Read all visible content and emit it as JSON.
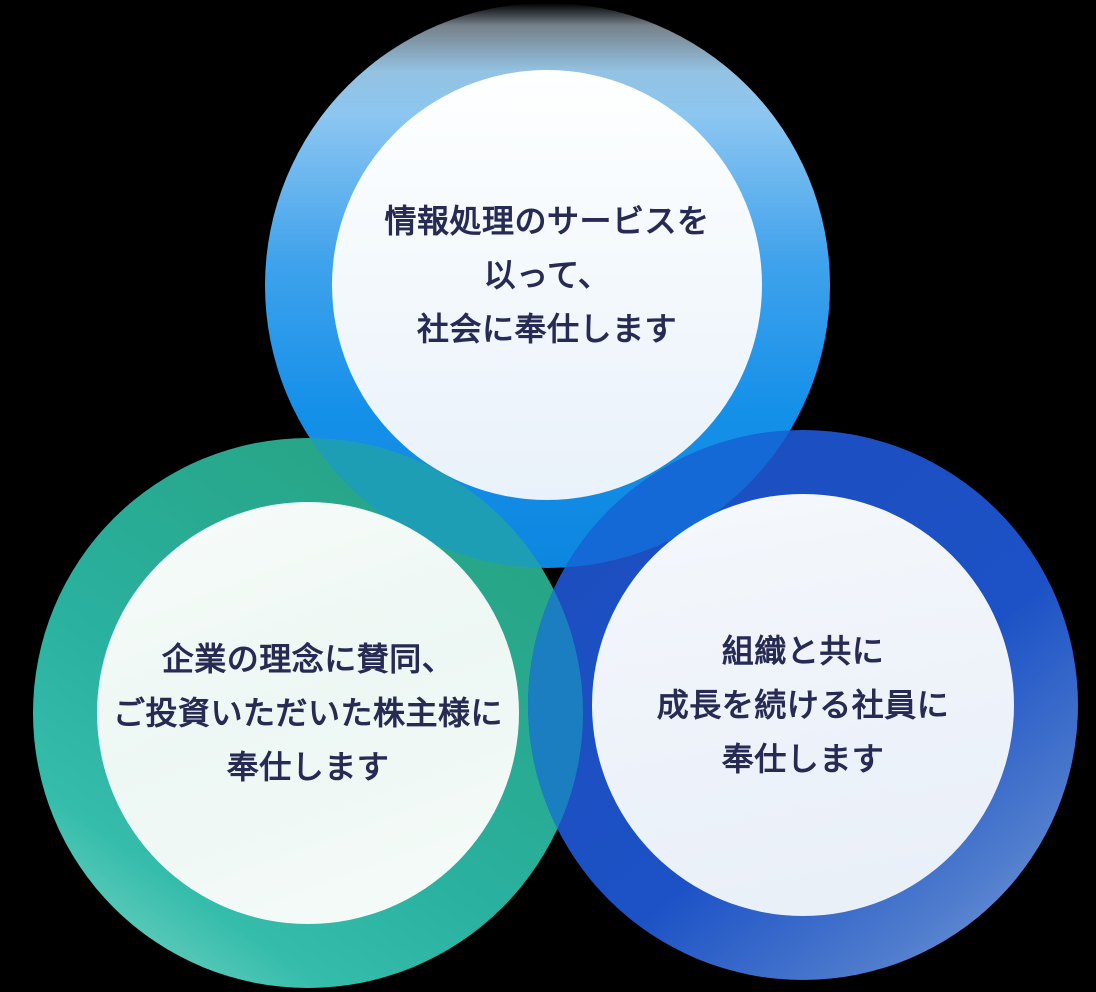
{
  "diagram": {
    "type": "venn-three-circles",
    "background_color": "#000000",
    "text_color": "#272b54",
    "circles": [
      {
        "id": "service",
        "position": "top",
        "ring_gradient": [
          "#ffffff",
          "#8cc6f1",
          "#41a3ec",
          "#0d86e0"
        ],
        "inner_color": "#eef5fc",
        "lines": [
          "情報処理のサービスを",
          "以って、",
          "社会に奉仕します"
        ]
      },
      {
        "id": "shareholders",
        "position": "bottom-left",
        "ring_gradient": [
          "#26a17c",
          "#2ab1a0",
          "#8fdccc"
        ],
        "inner_color": "#eff8f4",
        "lines": [
          "企業の理念に賛同、",
          "ご投資いただいた株主様に",
          "奉仕します"
        ]
      },
      {
        "id": "employees",
        "position": "bottom-right",
        "ring_gradient": [
          "#1d4dbe",
          "#1c52c6",
          "#89a6dc"
        ],
        "inner_color": "#eef3fa",
        "lines": [
          "組織と共に",
          "成長を続ける社員に",
          "奉仕します"
        ]
      }
    ],
    "overlap_colors": {
      "top_teal": "#1d9eb4",
      "top_navy": "#1569d6",
      "teal_navy": "#1b7ec0"
    }
  }
}
